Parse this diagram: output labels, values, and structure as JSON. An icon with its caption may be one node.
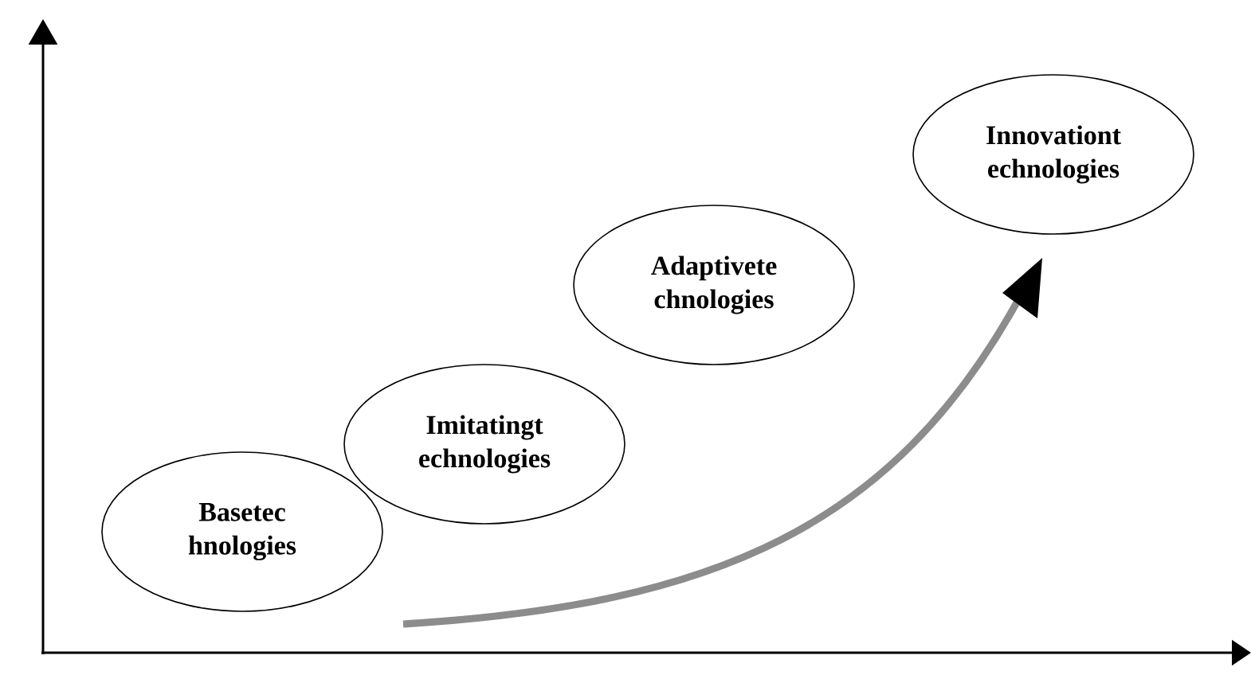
{
  "diagram": {
    "nodes": [
      {
        "text": [
          "Basetec hnologies"
        ]
      },
      {
        "text": [
          "Imitatingt echnologies"
        ]
      },
      {
        "text": [
          "Adaptivete chnologies"
        ]
      },
      {
        "text": [
          "Innovationt echnologies"
        ]
      }
    ]
  }
}
